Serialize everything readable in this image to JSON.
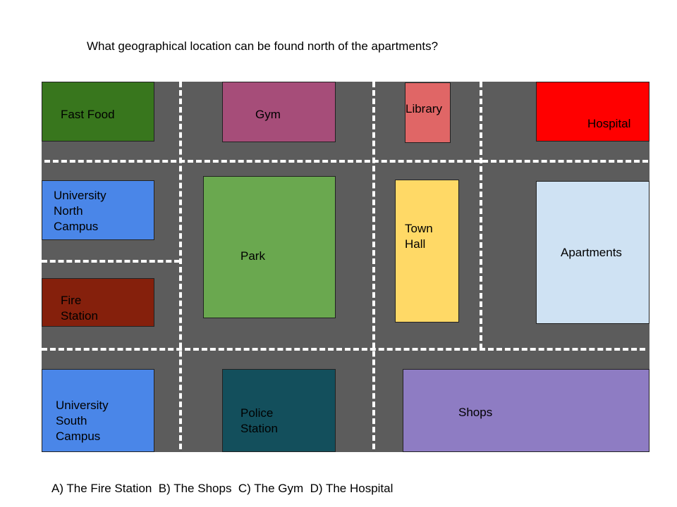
{
  "question": "What geographical location can be found north of the apartments?",
  "answers": "A) The Fire Station  B) The Shops  C) The Gym  D) The Hospital",
  "colors": {
    "road": "#5c5c5c",
    "road_marking": "#ffffff"
  },
  "locations": [
    {
      "id": "fast-food",
      "label": "Fast Food",
      "color": "#38761d"
    },
    {
      "id": "gym",
      "label": "Gym",
      "color": "#a64d79"
    },
    {
      "id": "library",
      "label": "Library",
      "color": "#e06666"
    },
    {
      "id": "hospital",
      "label": "Hospital",
      "color": "#ff0000"
    },
    {
      "id": "university-north-campus",
      "label": "University\nNorth\nCampus",
      "color": "#4a86e8"
    },
    {
      "id": "park",
      "label": "Park",
      "color": "#6aa84f"
    },
    {
      "id": "town-hall",
      "label": "Town\nHall",
      "color": "#ffd966"
    },
    {
      "id": "apartments",
      "label": "Apartments",
      "color": "#cfe2f3"
    },
    {
      "id": "fire-station",
      "label": "Fire\nStation",
      "color": "#85200c"
    },
    {
      "id": "university-south-campus",
      "label": "University\nSouth\nCampus",
      "color": "#4a86e8"
    },
    {
      "id": "police-station",
      "label": "Police\nStation",
      "color": "#134f5c"
    },
    {
      "id": "shops",
      "label": "Shops",
      "color": "#8e7cc3"
    }
  ]
}
